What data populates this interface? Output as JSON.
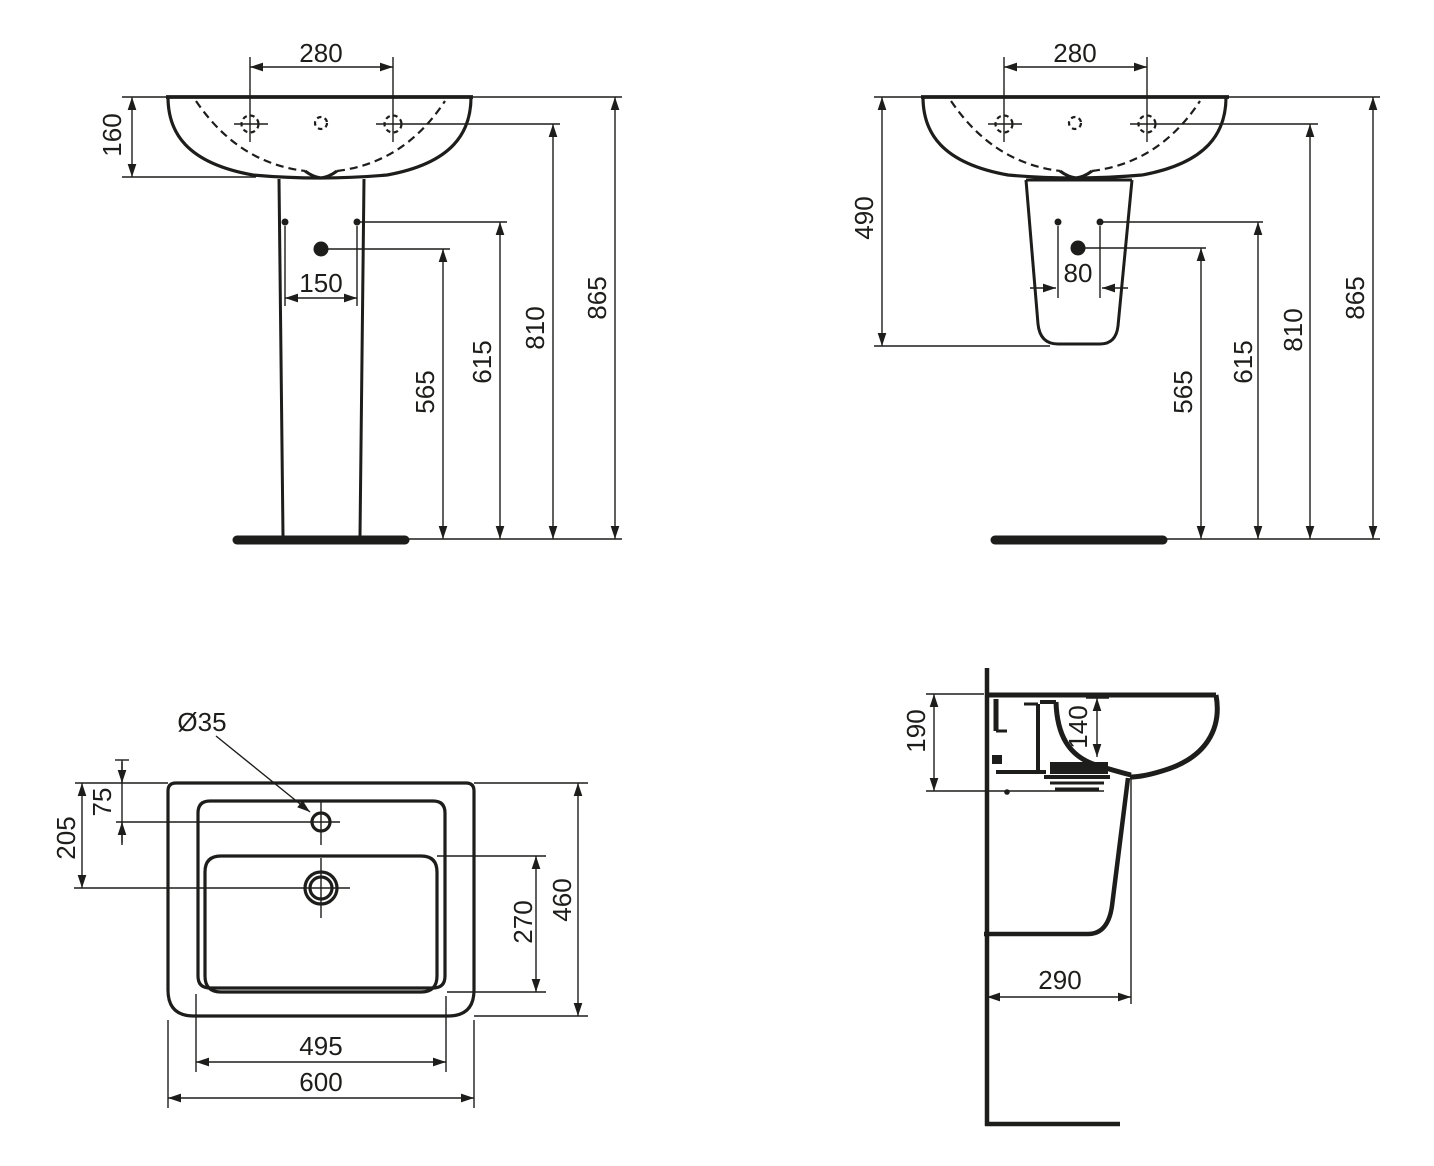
{
  "views": {
    "front_full_pedestal": {
      "dims": {
        "tap_hole_spacing": "280",
        "basin_rim_height": "160",
        "fixing_hole_spacing": "150",
        "drain_height": "565",
        "fixing_holes_height": "615",
        "tap_deck_height": "810",
        "overall_height": "865"
      }
    },
    "front_semi_pedestal": {
      "dims": {
        "tap_hole_spacing": "280",
        "semi_pedestal_height": "490",
        "fixing_hole_spacing": "80",
        "drain_height": "565",
        "fixing_holes_height": "615",
        "tap_deck_height": "810",
        "overall_height": "865"
      }
    },
    "plan": {
      "dims": {
        "tap_hole_diameter": "Ø35",
        "tap_hole_offset": "75",
        "drain_offset": "205",
        "bowl_inner_depth": "270",
        "overall_depth": "460",
        "bowl_inner_width": "495",
        "overall_width": "600"
      }
    },
    "side": {
      "dims": {
        "rim_to_underside": "190",
        "bowl_depth": "140",
        "wall_to_front": "290"
      }
    }
  }
}
